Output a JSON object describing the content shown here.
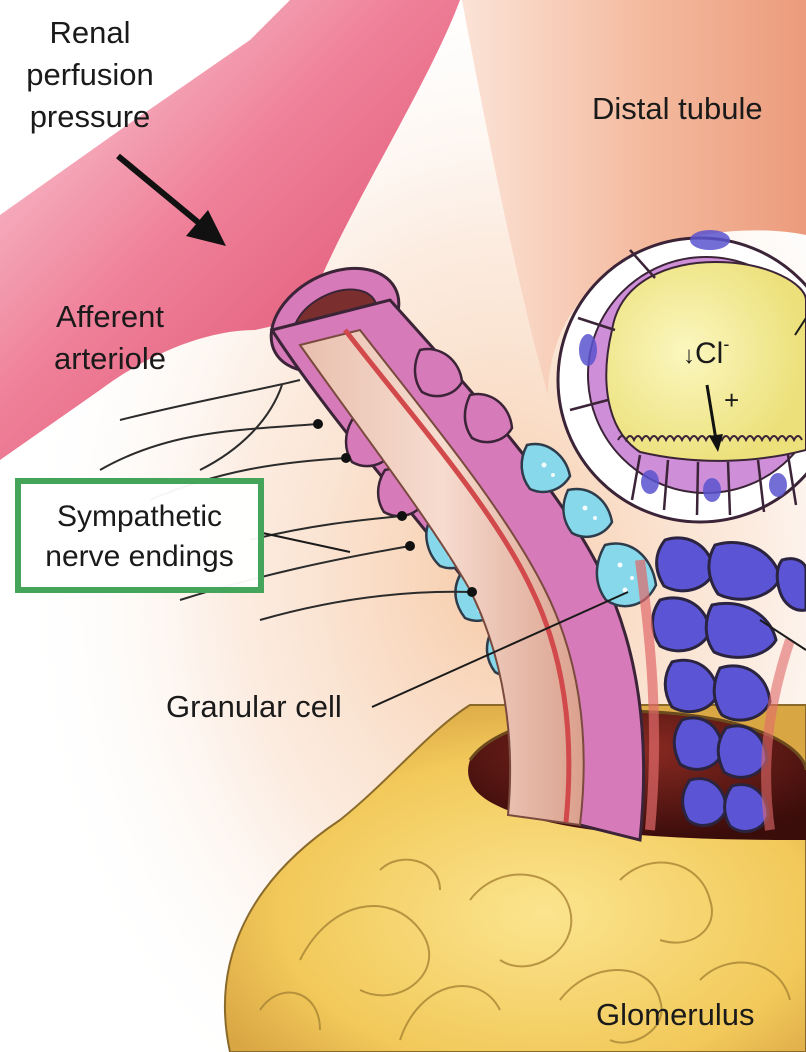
{
  "labels": {
    "renal_perfusion_pressure": [
      "Renal",
      "perfusion",
      "pressure"
    ],
    "distal_tubule": "Distal tubule",
    "afferent_arteriole": [
      "Afferent",
      "arteriole"
    ],
    "sympathetic_nerve_endings": [
      "Sympathetic",
      "nerve endings"
    ],
    "granular_cell": "Granular cell",
    "glomerulus": "Glomerulus",
    "chloride": "Cl",
    "chloride_charge": "-",
    "chloride_arrow": "↓",
    "plus_sign": "+"
  },
  "highlight": {
    "target": "sympathetic_nerve_endings",
    "color": "#44a55a"
  },
  "colors": {
    "arteriole_outer": "#dd5576",
    "arteriole_wall": "#d778b8",
    "arteriole_lumen": "#ecc9c0",
    "granular_cell": "#86d8ea",
    "macula_densa": "#5b55d6",
    "tubule_cell": "#cf8fd8",
    "tubule_lumen": "#f3ef9e",
    "glomerulus": "#f4d36a",
    "distal_tubule_bg": "#f1b49a"
  }
}
